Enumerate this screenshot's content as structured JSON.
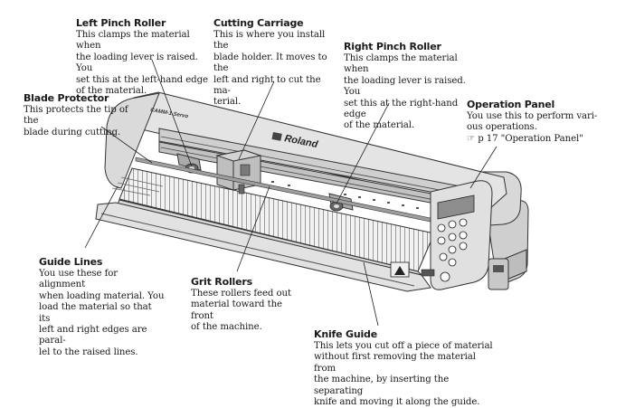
{
  "labels": {
    "left_pinch_roller": {
      "title": "Left Pinch Roller",
      "lines": [
        "This clamps the material when",
        "the loading lever is raised. You",
        "set this at the left-hand edge",
        "of the material."
      ]
    },
    "cutting_carriage": {
      "title": "Cutting Carriage",
      "lines": [
        "This is where you install the",
        "blade holder. It moves to the",
        "left and right to cut the ma-",
        "terial."
      ]
    },
    "right_pinch_roller": {
      "title": "Right Pinch Roller",
      "lines": [
        "This clamps the material when",
        "the loading lever is raised. You",
        "set this at the right-hand edge",
        "of the material."
      ]
    },
    "blade_protector": {
      "title": "Blade Protector",
      "lines": [
        "This protects the tip of the",
        "blade during cutting."
      ]
    },
    "operation_panel": {
      "title": "Operation Panel",
      "lines": [
        "You use this to perform vari-",
        "ous operations."
      ],
      "ref_icon": "pointing-hand-icon",
      "ref": "p 17 \"Operation Panel\""
    },
    "guide_lines": {
      "title": "Guide Lines",
      "lines": [
        "You use these for alignment",
        "when loading material. You",
        "load the material so that its",
        "left and right edges are paral-",
        "lel to the raised lines."
      ]
    },
    "grit_rollers": {
      "title": "Grit Rollers",
      "lines": [
        "These rollers feed out",
        "material toward the front",
        "of the machine."
      ]
    },
    "knife_guide": {
      "title": "Knife Guide",
      "lines": [
        "This lets you cut off a piece of material",
        "without first removing the material from",
        "the machine, by inserting the separating",
        "knife and moving it along the guide."
      ]
    }
  },
  "machine": {
    "brand": "Roland",
    "model": "CAMM-1 Servo"
  }
}
